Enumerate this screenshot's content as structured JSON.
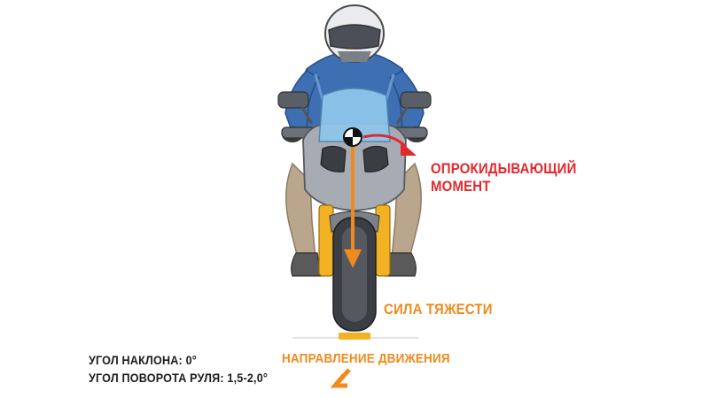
{
  "labels": {
    "torque_line1": "ОПРОКИДЫВАЮЩИЙ",
    "torque_line2": "МОМЕНТ",
    "gravity": "СИЛА ТЯЖЕСТИ",
    "direction": "НАПРАВЛЕНИЕ ДВИЖЕНИЯ",
    "lean_angle": "УГОЛ НАКЛОНА: 0°",
    "steer_angle": "УГОЛ ПОВОРОТА РУЛЯ: 1,5-2,0°"
  },
  "colors": {
    "torque": "#e3282d",
    "gravity": "#f08a1d",
    "jacket": "#3d6fb2",
    "pants": "#b9a68d",
    "bike": "#a7acb4"
  }
}
